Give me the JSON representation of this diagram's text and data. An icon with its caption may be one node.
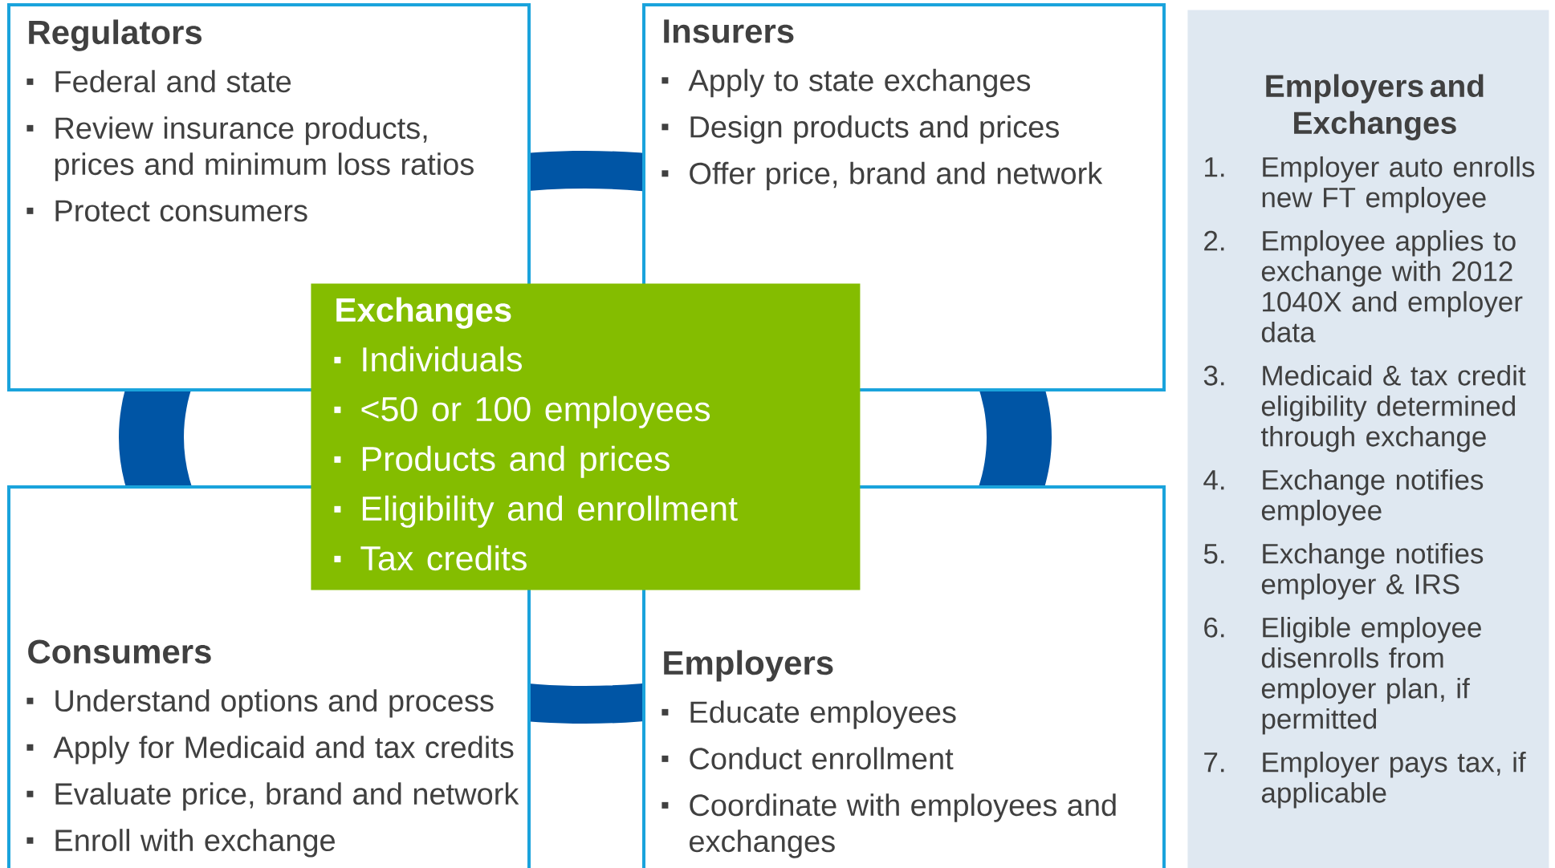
{
  "diagram": {
    "nodes": [
      {
        "text": [
          "Regulators",
          "Federal and state",
          "Review insurance products, prices and minimum loss ratios",
          "Protect consumers"
        ]
      },
      {
        "text": [
          "Insurers",
          "Apply to state exchanges",
          "Design products and prices",
          "Offer price, brand and network"
        ]
      },
      {
        "text": [
          "Exchanges",
          "Individuals",
          "<50 or 100 employees",
          "Products and prices",
          "Eligibility and enrollment",
          "Tax credits"
        ]
      },
      {
        "text": [
          "Consumers",
          "Understand options and process",
          "Apply for Medicaid and tax credits",
          "Evaluate price, brand and network",
          "Enroll with exchange"
        ]
      },
      {
        "text": [
          "Employers",
          "Educate employees",
          "Conduct enrollment",
          "Coordinate with employees and exchanges"
        ]
      },
      {
        "text": [
          "Employers and Exchanges",
          "1.",
          "Employer auto enrolls new FT employee",
          "2.",
          "Employee applies to exchange with 2012 1040X and employer data",
          "3.",
          "Medicaid & tax credit eligibility determined through exchange",
          "4.",
          "Exchange notifies employee",
          "5.",
          "Exchange notifies employer & IRS",
          "6.",
          "Eligible employee disenrolls from employer plan, if permitted",
          "7.",
          "Employer pays tax, if applicable"
        ]
      }
    ],
    "edges": []
  }
}
